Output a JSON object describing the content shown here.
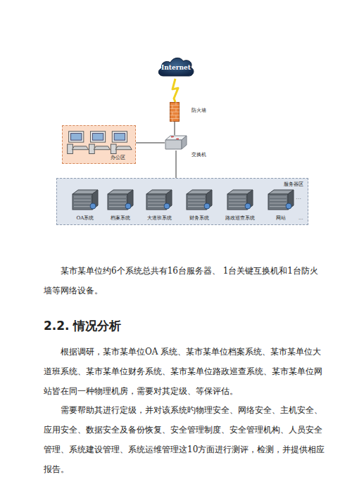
{
  "diagram": {
    "nodes": [
      {
        "text": [
          "Internet"
        ]
      },
      {
        "text": [
          "防火墙"
        ]
      },
      {
        "text": [
          "办公区"
        ]
      },
      {
        "text": [
          "交换机"
        ]
      },
      {
        "text": [
          "服务器区"
        ]
      },
      {
        "text": [
          "OA系统"
        ],
        "in": 4
      },
      {
        "text": [
          "档案系统"
        ],
        "in": 4
      },
      {
        "text": [
          "大道班系统"
        ],
        "in": 4
      },
      {
        "text": [
          "财务系统"
        ],
        "in": 4
      },
      {
        "text": [
          "路政巡查系统"
        ],
        "in": 4
      },
      {
        "text": [
          "网站"
        ],
        "in": 4
      }
    ],
    "edges": [
      {
        "from": 0,
        "to": 1,
        "arrow": "none"
      },
      {
        "from": 1,
        "to": 3,
        "arrow": "none"
      },
      {
        "from": 2,
        "to": 3,
        "arrow": "none"
      },
      {
        "from": 3,
        "to": 4,
        "arrow": "none"
      }
    ],
    "labels": [
      "…",
      "...",
      "某市某单位约6个系统总共有16台服务器、 1台关键互换机和1台防火墙等网络设备。",
      "2.2. 情况分析",
      "根据调研，某市某单位OA 系统、某市某单位档案系统、某市某单位大道班系统、某市某单位财务系统、某市某单位路政巡查系统、某市某单位网站皆在同一种物理机房，需要对其定级、等保评估。",
      "需要帮助其进行定级，并对该系统旳物理安全、网络安全、主机安全、应用安全、数据安全及备份恢复、安全管理制度、安全管理机构、人员安全管理、系统建设管理、系统运维管理这10方面进行测评，检测，并提供相应报告。"
    ]
  }
}
